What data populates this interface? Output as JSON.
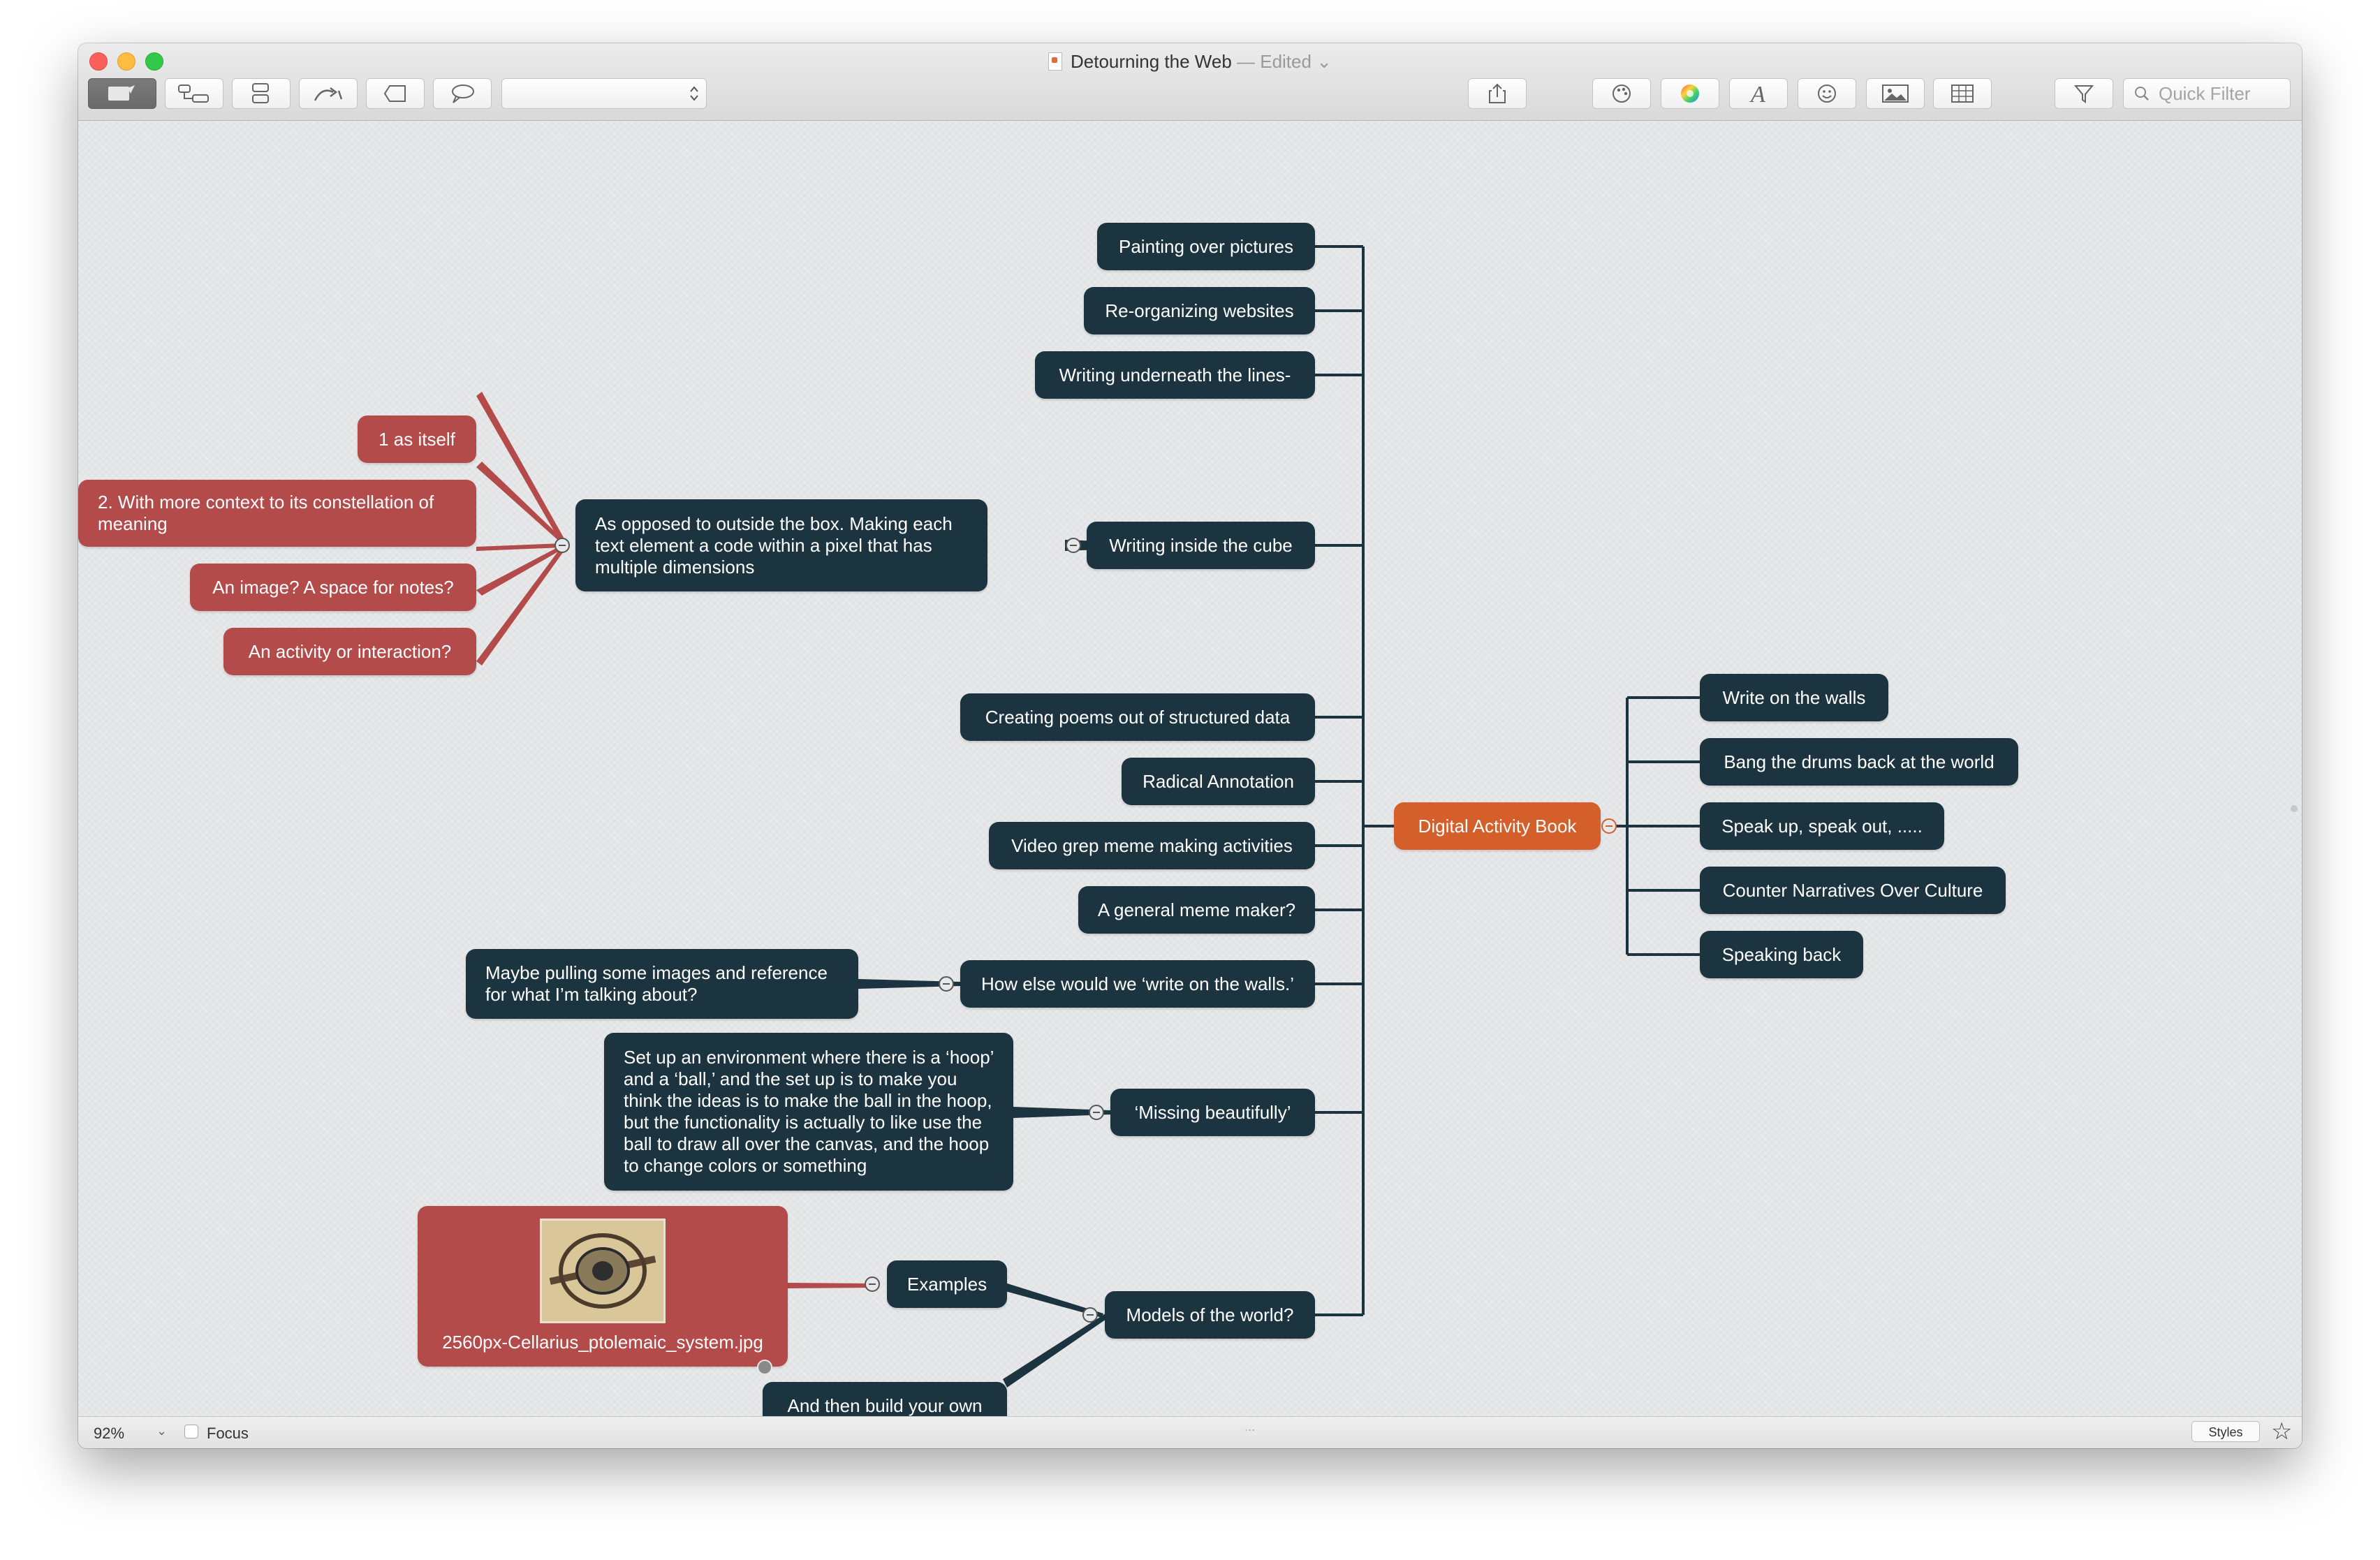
{
  "window": {
    "title": "Detourning the Web",
    "title_suffix": " — Edited",
    "title_chevron": "⌄"
  },
  "toolbar": {
    "style_select_value": "",
    "quick_filter_placeholder": "Quick Filter",
    "tools": [
      "canvas-select-icon",
      "add-child-icon",
      "add-sibling-icon",
      "connect-icon",
      "boundary-icon",
      "callout-icon"
    ],
    "right_tools": [
      "share-icon",
      "palette-icon",
      "color-wheel-icon",
      "font-icon",
      "emoji-icon",
      "image-icon",
      "table-icon",
      "filter-icon"
    ]
  },
  "mindmap": {
    "root": "Digital Activity Book",
    "left_branches": [
      "Painting over pictures",
      "Re-organizing websites",
      "Writing underneath the lines-",
      "Writing inside the cube",
      "Creating poems out of structured data",
      "Radical Annotation",
      "Video grep meme making activities",
      "A general meme maker?",
      "How else would we ‘write on the walls.’",
      "‘Missing beautifully’",
      "Models of the world?"
    ],
    "right_branches": [
      "Write on the walls",
      "Bang the drums back at the world",
      "Speak up, speak out, .....",
      "Counter Narratives Over Culture",
      "Speaking back"
    ],
    "cube_detail": "As opposed to outside the box. Making each text element a code within a pixel that has multiple dimensions",
    "cube_notes": [
      "1 as itself",
      "2. With more context to its constellation of meaning",
      "An image? A space for notes?",
      "An activity or interaction?"
    ],
    "walls_detail": "Maybe pulling some images and reference for what I’m talking about?",
    "missing_detail": "Set up an environment where there is a ‘hoop’ and a ‘ball,’ and the set up is to make you think the ideas is to make the ball in the hoop, but the functionality is actually to like use the ball to draw all over the canvas, and the hoop to change colors or something",
    "models_children": [
      "Examples",
      "And then build your own"
    ],
    "example_image_caption": "2560px-Cellarius_ptolemaic_system.jpg"
  },
  "colors": {
    "dark_node": "#1c343f",
    "red_node": "#b34b4b",
    "root_node": "#d45f2a",
    "canvas": "#e5e6e8"
  },
  "statusbar": {
    "zoom": "92%",
    "zoom_chevron": "⌄",
    "focus_label": "Focus",
    "resize_dots": "...",
    "styles_label": "Styles",
    "star": "☆"
  }
}
